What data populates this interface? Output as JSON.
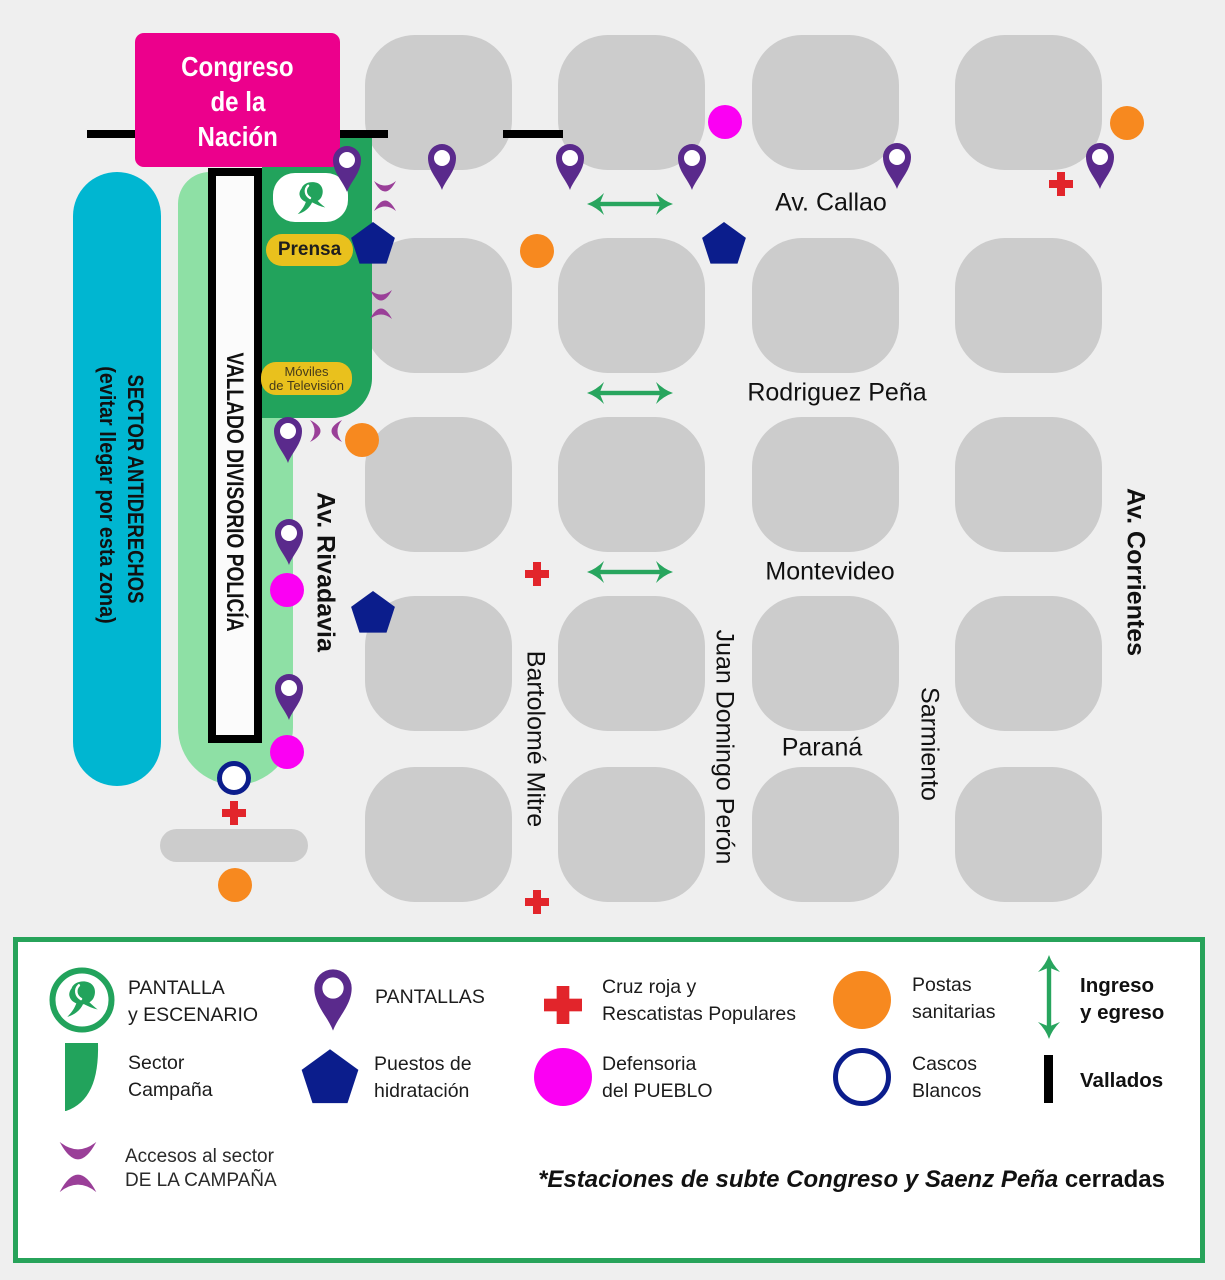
{
  "colors": {
    "bg": "#efefef",
    "block": "#cccccc",
    "congreso": "#ec008c",
    "congreso_text": "#ffffff",
    "campaign_green": "#22a35c",
    "campaign_light": "#8ee0a5",
    "antiderechos": "#00b6d1",
    "badge_yellow": "#e9c11d",
    "pin": "#5a2a8c",
    "hydration": "#0b1d8c",
    "cascos": "#0b1d8c",
    "posta": "#f7891f",
    "defensoria": "#fb00f3",
    "cruz": "#e2252b",
    "access": "#9a3f98",
    "arrow": "#28a55e",
    "legend_border": "#27a35a",
    "vallado": "#000000",
    "ink": "#111111"
  },
  "map": {
    "congreso": {
      "lines": [
        "Congreso",
        "de la",
        "Nación"
      ]
    },
    "campaign_sector": {
      "stage_icon": "pantalla-escenario-logo-icon",
      "press_label": "Prensa",
      "tv_label": [
        "Móviles",
        "de Televisión"
      ]
    },
    "antiderechos_sector": {
      "title": "SECTOR ANTIDERECHOS",
      "subtitle": "(evitar llegar por esta zona)"
    },
    "police_fence_label": "VALLADO DIVISORIO POLICÍA",
    "streets": {
      "av_callao": "Av. Callao",
      "rodriguez_pena": "Rodriguez Peña",
      "montevideo": "Montevideo",
      "parana": "Paraná",
      "av_rivadavia": "Av. Rivadavia",
      "bartolome_mitre": "Bartolomé Mitre",
      "juan_domingo_peron": "Juan Domingo Perón",
      "sarmiento": "Sarmiento",
      "av_corrientes": "Av. Corrientes"
    }
  },
  "legend": {
    "items": [
      {
        "icon": "pantalla-escenario-logo-icon",
        "lines": [
          "PANTALLA",
          "y ESCENARIO"
        ]
      },
      {
        "icon": "map-pin-icon",
        "lines": [
          "PANTALLAS"
        ]
      },
      {
        "icon": "red-cross-icon",
        "lines": [
          "Cruz roja y",
          "Rescatistas Populares"
        ]
      },
      {
        "icon": "orange-dot-icon",
        "lines": [
          "Postas",
          "sanitarias"
        ]
      },
      {
        "icon": "double-arrow-icon",
        "lines": [
          "Ingreso",
          "y egreso"
        ]
      },
      {
        "icon": "green-sector-shape-icon",
        "lines": [
          "Sector",
          "Campaña"
        ]
      },
      {
        "icon": "navy-pentagon-icon",
        "lines": [
          "Puestos de",
          "hidratación"
        ]
      },
      {
        "icon": "magenta-dot-icon",
        "lines": [
          "Defensoria",
          "del PUEBLO"
        ]
      },
      {
        "icon": "navy-ring-icon",
        "lines": [
          "Cascos",
          "Blancos"
        ]
      },
      {
        "icon": "black-bar-icon",
        "lines": [
          "Vallados"
        ]
      },
      {
        "icon": "crescent-arcs-icon",
        "lines": [
          "Accesos al sector",
          "DE LA CAMPAÑA"
        ]
      }
    ],
    "note": {
      "italic_text": "*Estaciones de subte Congreso y Saenz Peña",
      "bold_text": "cerradas"
    }
  }
}
